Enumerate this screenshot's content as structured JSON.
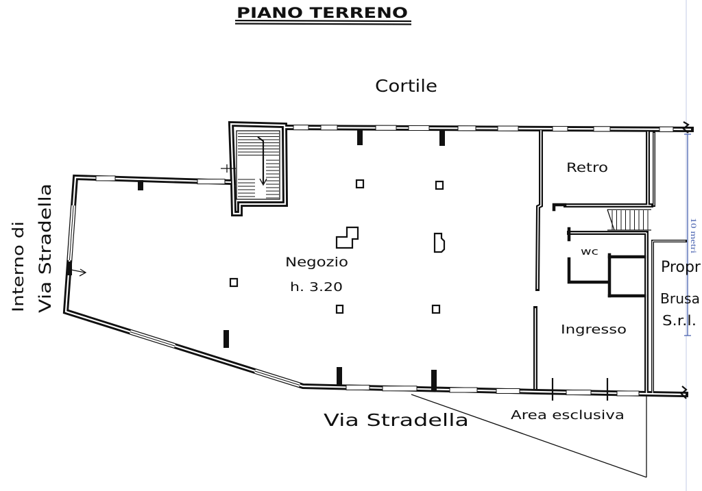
{
  "plan": {
    "title": "PIANO TERRENO",
    "outside": {
      "courtyard": "Cortile",
      "street": "Via Stradella",
      "side_street": [
        "Interno di",
        "Via Stradella"
      ],
      "exclusive_area": "Area esclusiva",
      "neighbor": [
        "Propr",
        "Brusa",
        "S.r.l."
      ]
    },
    "rooms": {
      "shop": "Negozio",
      "shop_height": "h. 3.20",
      "back_room": "Retro",
      "wc": "wc",
      "entrance": "Ingresso"
    },
    "scale": {
      "label": "10 metri"
    }
  },
  "colors": {
    "ink": "#111111",
    "scale": "#4a63b0",
    "page_edge": "#c3cbe6",
    "background": "#ffffff"
  }
}
